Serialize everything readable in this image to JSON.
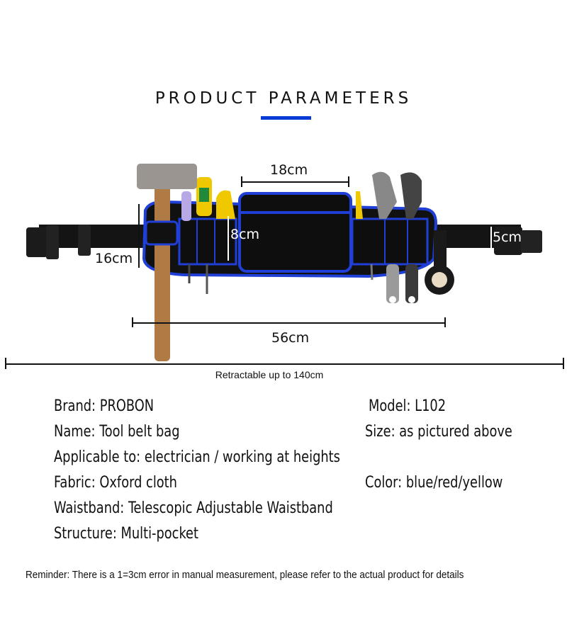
{
  "header": {
    "title": "PRODUCT PARAMETERS",
    "accent_color": "#0a3ad6"
  },
  "diagram": {
    "top_width_label": "18cm",
    "pocket_height_label": "8cm",
    "bag_height_label": "16cm",
    "strap_width_label": "5cm",
    "bag_length_label": "56cm",
    "belt_length_label": "Retractable up to 140cm",
    "colors": {
      "bag": "#111111",
      "trim": "#1f3fd6",
      "handle": "#b07a45"
    }
  },
  "specs": {
    "brand": "Brand: PROBON",
    "model": "Model: L102",
    "name": "Name: Tool belt bag",
    "size": "Size: as pictured above",
    "applicable": "Applicable to: electrician / working at heights",
    "fabric": "Fabric: Oxford cloth",
    "color": "Color: blue/red/yellow",
    "waistband": "Waistband: Telescopic Adjustable Waistband",
    "structure": "Structure: Multi-pocket"
  },
  "footer": {
    "reminder": "Reminder: There is a 1=3cm error in manual measurement, please refer to the actual product for details"
  }
}
